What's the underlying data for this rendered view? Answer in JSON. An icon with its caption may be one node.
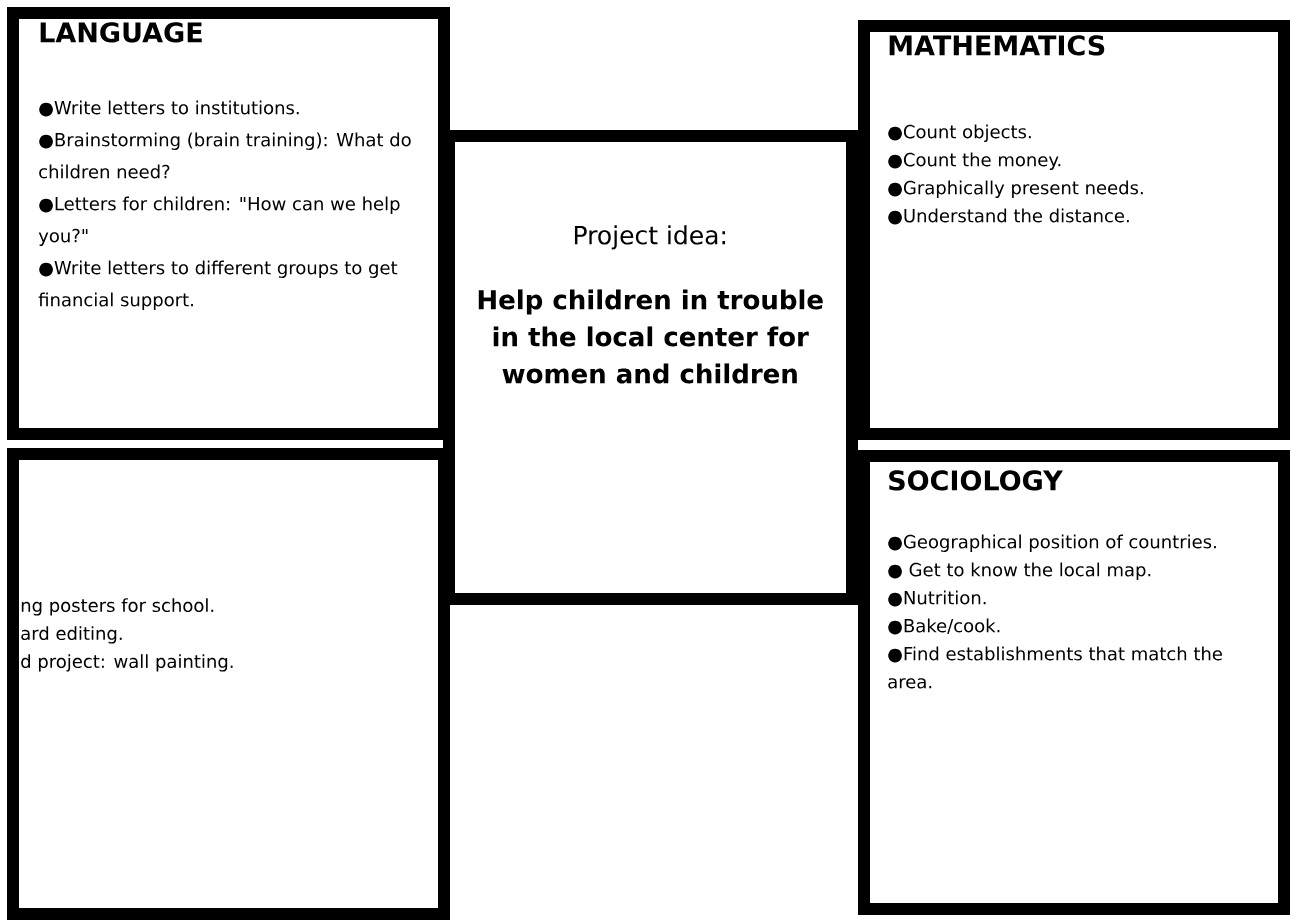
{
  "diagram": {
    "nodes": [
      {
        "text": [
          "LANGUAGE",
          "●Write letters to institutions.",
          "●Brainstorming (brain training): What do children need?",
          "●Letters for children: \"How can we help you?\"",
          "●Write letters to different groups to get financial support."
        ]
      },
      {
        "text": [
          "Project idea:",
          "Help children in trouble in the local center for women and children"
        ]
      },
      {
        "text": [
          "MATHEMATICS",
          "●Count objects.",
          "●Count the money.",
          "●Graphically present needs.",
          "●Understand the distance."
        ]
      },
      {
        "text": [
          "ng posters for school.",
          "ard editing.",
          "d project: wall painting."
        ]
      },
      {
        "text": [
          "SOCIOLOGY",
          "●Geographical position of countries.",
          "● Get to know the local map.",
          "●Nutrition.",
          "●Bake/cook.",
          "●Find establishments that match the area."
        ]
      }
    ]
  }
}
